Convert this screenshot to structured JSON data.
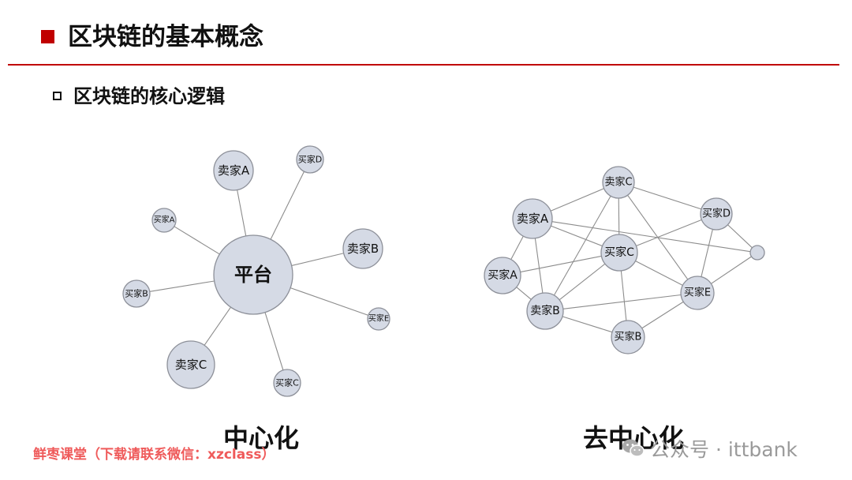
{
  "page": {
    "title": "区块链的基本概念",
    "subtitle": "区块链的核心逻辑",
    "accent_color": "#c00000"
  },
  "centralized": {
    "caption": "中心化",
    "hub": "平台",
    "nodes": [
      {
        "id": "c-seller-a",
        "label": "卖家A",
        "size": "large"
      },
      {
        "id": "c-buyer-d",
        "label": "买家D",
        "size": "small"
      },
      {
        "id": "c-buyer-a",
        "label": "买家A",
        "size": "small"
      },
      {
        "id": "c-seller-b",
        "label": "卖家B",
        "size": "large"
      },
      {
        "id": "c-buyer-b",
        "label": "买家B",
        "size": "small"
      },
      {
        "id": "c-buyer-e",
        "label": "买家E",
        "size": "small"
      },
      {
        "id": "c-seller-c",
        "label": "卖家C",
        "size": "large"
      },
      {
        "id": "c-buyer-c",
        "label": "买家C",
        "size": "small"
      }
    ]
  },
  "decentralized": {
    "caption": "去中心化",
    "nodes": [
      {
        "id": "d-seller-c",
        "label": "卖家C"
      },
      {
        "id": "d-seller-a",
        "label": "卖家A"
      },
      {
        "id": "d-buyer-d",
        "label": "买家D"
      },
      {
        "id": "d-buyer-c",
        "label": "买家C"
      },
      {
        "id": "d-buyer-a",
        "label": "买家A"
      },
      {
        "id": "d-buyer-e",
        "label": "买家E"
      },
      {
        "id": "d-seller-b",
        "label": "卖家B"
      },
      {
        "id": "d-buyer-b",
        "label": "买家B"
      },
      {
        "id": "d-unlabeled",
        "label": ""
      }
    ],
    "edges": [
      [
        "d-seller-c",
        "d-buyer-d"
      ],
      [
        "d-seller-c",
        "d-buyer-c"
      ],
      [
        "d-seller-c",
        "d-seller-b"
      ],
      [
        "d-seller-c",
        "d-buyer-e"
      ],
      [
        "d-seller-c",
        "d-seller-a"
      ],
      [
        "d-seller-a",
        "d-buyer-c"
      ],
      [
        "d-seller-a",
        "d-buyer-a"
      ],
      [
        "d-seller-a",
        "d-seller-b"
      ],
      [
        "d-seller-a",
        "d-unlabeled"
      ],
      [
        "d-buyer-d",
        "d-buyer-c"
      ],
      [
        "d-buyer-d",
        "d-buyer-e"
      ],
      [
        "d-buyer-d",
        "d-unlabeled"
      ],
      [
        "d-buyer-c",
        "d-buyer-a"
      ],
      [
        "d-buyer-c",
        "d-seller-b"
      ],
      [
        "d-buyer-c",
        "d-buyer-e"
      ],
      [
        "d-buyer-c",
        "d-buyer-b"
      ],
      [
        "d-buyer-a",
        "d-seller-b"
      ],
      [
        "d-seller-b",
        "d-buyer-e"
      ],
      [
        "d-seller-b",
        "d-buyer-b"
      ],
      [
        "d-buyer-e",
        "d-buyer-b"
      ],
      [
        "d-buyer-e",
        "d-unlabeled"
      ]
    ]
  },
  "watermark": {
    "text": "鲜枣课堂（下载请联系微信：xzclass）",
    "color": "#ef5a5a"
  },
  "brand": {
    "text": "公众号 · ittbank",
    "icon": "wechat-icon"
  }
}
